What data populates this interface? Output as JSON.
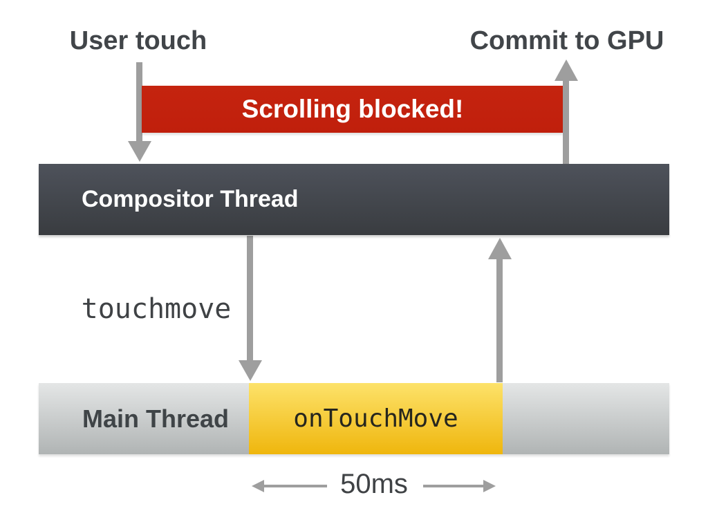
{
  "diagram": {
    "title": "Touch event blocking scroll timeline",
    "labels": {
      "user_touch": "User touch",
      "commit_to_gpu": "Commit to GPU",
      "scrolling_blocked": "Scrolling blocked!",
      "compositor_thread": "Compositor Thread",
      "touchmove": "touchmove",
      "main_thread": "Main Thread",
      "on_touch_move": "onTouchMove",
      "duration": "50ms"
    },
    "colors": {
      "background": "#ffffff",
      "blocked_bar_red": "#c3220e",
      "compositor_gray_top": "#4e525b",
      "compositor_gray_bottom": "#393c40",
      "main_thread_gray_top": "#e4e6e6",
      "main_thread_gray_bottom": "#b0b4b4",
      "busy_yellow_top": "#fde26a",
      "busy_yellow_bottom": "#efb60d",
      "arrow_gray": "#9e9e9e",
      "text_dark": "#414549",
      "text_on_dark": "#ffffff"
    }
  }
}
